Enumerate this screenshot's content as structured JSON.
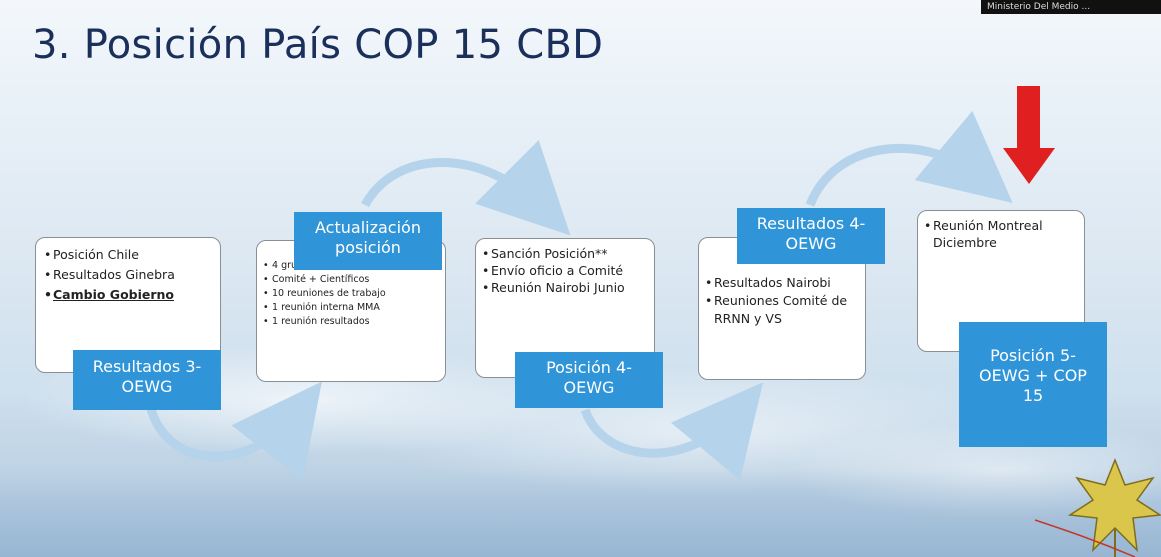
{
  "slide": {
    "title": "3. Posición País COP 15 CBD",
    "thumbnail_label": "Ministerio Del Medio ..."
  },
  "stage1": {
    "bullets": [
      "Posición Chile",
      "Resultados Ginebra",
      "Cambio Gobierno"
    ],
    "tag": [
      "Resultados 3-",
      "OEWG"
    ]
  },
  "stage2": {
    "tag": [
      "Actualización",
      "posición"
    ],
    "bullets": [
      "4 grupos de trabajo",
      "Comité + Científicos",
      "10 reuniones de trabajo",
      "1 reunión interna MMA",
      "1 reunión resultados"
    ]
  },
  "stage3": {
    "bullets": [
      "Sanción Posición**",
      "Envío oficio a Comité",
      "Reunión Nairobi Junio"
    ],
    "tag": [
      "Posición 4-",
      "OEWG"
    ]
  },
  "stage4": {
    "tag": [
      "Resultados 4-",
      "OEWG"
    ],
    "bullets": [
      "Resultados Nairobi",
      "Reuniones Comité de RRNN y VS"
    ]
  },
  "stage5": {
    "bullets": [
      "Reunión Montreal Diciembre"
    ],
    "tag": [
      "Posición 5-",
      "OEWG + COP",
      "15"
    ]
  },
  "colors": {
    "tag_blue": "#2f95d8",
    "title_navy": "#1a2f5a",
    "indicator_red": "#e02020",
    "connector_blue": "#a9cbe4"
  },
  "icons": {
    "indicator": "red-down-arrow-icon",
    "decoration": "autumn-leaf-icon"
  }
}
